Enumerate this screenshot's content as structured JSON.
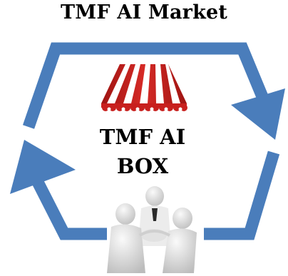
{
  "title": "TMF AI Market",
  "center_label": {
    "line1": "TMF AI",
    "line2": "BOX"
  },
  "colors": {
    "cycle_arrow": "#4a7dbb",
    "awning_red": "#c8201e",
    "awning_white": "#ffffff",
    "figures": "#e6e6e6",
    "text": "#000000"
  },
  "icons": [
    "cycle-arrow-icon",
    "awning-icon",
    "business-team-icon"
  ]
}
